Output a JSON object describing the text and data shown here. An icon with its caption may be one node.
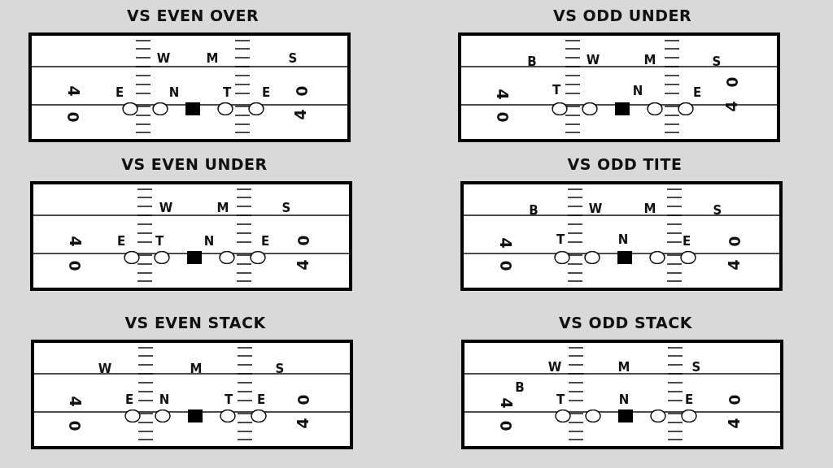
{
  "diagram": {
    "nodes": [
      {
        "text": [
          "VS EVEN OVER"
        ]
      },
      {
        "text": [
          "VS ODD UNDER"
        ]
      },
      {
        "text": [
          "VS EVEN UNDER"
        ]
      },
      {
        "text": [
          "VS ODD TITE"
        ]
      },
      {
        "text": [
          "VS EVEN STACK"
        ]
      },
      {
        "text": [
          "VS ODD STACK"
        ]
      }
    ],
    "edges": [],
    "labels": [
      "W",
      "M",
      "S",
      "4",
      "E",
      "N",
      "T",
      "E",
      "0",
      "0",
      "4",
      "B",
      "W",
      "M",
      "S",
      "0",
      "T",
      "4",
      "N",
      "E",
      "4",
      "0",
      "W",
      "M",
      "S",
      "4",
      "E",
      "T",
      "N",
      "E",
      "0",
      "0",
      "4",
      "B",
      "W",
      "M",
      "S",
      "4",
      "T",
      "N",
      "E",
      "0",
      "0",
      "4",
      "W",
      "M",
      "S",
      "4",
      "E",
      "N",
      "T",
      "E",
      "0",
      "0",
      "4",
      "W",
      "M",
      "S",
      "B",
      "4",
      "T",
      "N",
      "E",
      "0",
      "0",
      "4"
    ]
  }
}
